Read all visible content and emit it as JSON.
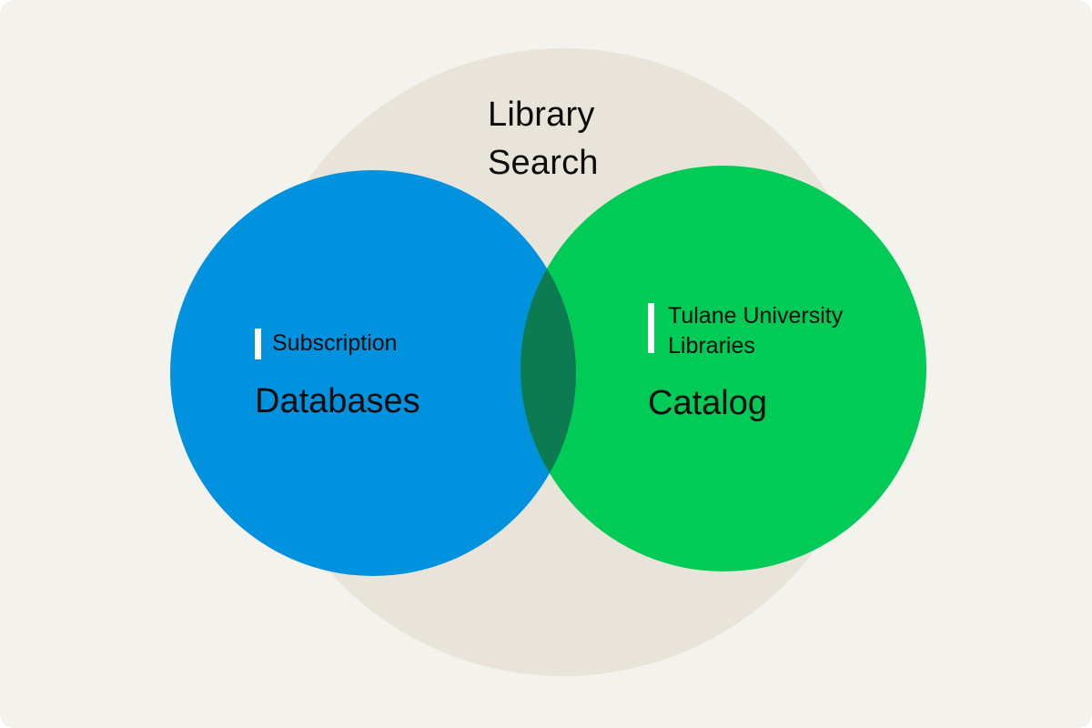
{
  "page": {
    "background": "#ffffff",
    "canvas_background": "#f4f2ec",
    "text_color": "#0c0c0c",
    "marker_color": "#ffffff"
  },
  "venn": {
    "outer": {
      "label": "Library\nSearch",
      "color": "#e9e4d9"
    },
    "left": {
      "eyebrow": "Subscription",
      "label": "Databases",
      "color": "#0092de"
    },
    "right": {
      "eyebrow": "Tulane University\nLibraries",
      "label": "Catalog",
      "color": "#00cb57"
    },
    "overlap_color": "#0c7b52"
  }
}
